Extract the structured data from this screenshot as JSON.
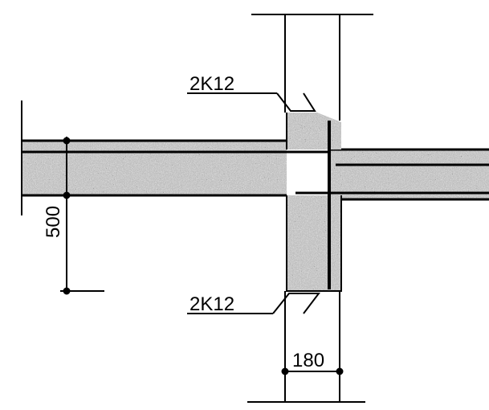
{
  "drawing": {
    "labels": {
      "top_rebar": "2K12",
      "bottom_rebar": "2K12",
      "slab_thickness": "500",
      "wall_width": "180"
    },
    "colors": {
      "ink": "#000000",
      "concrete_fill": "#c9c9c9",
      "background": "#ffffff"
    }
  }
}
